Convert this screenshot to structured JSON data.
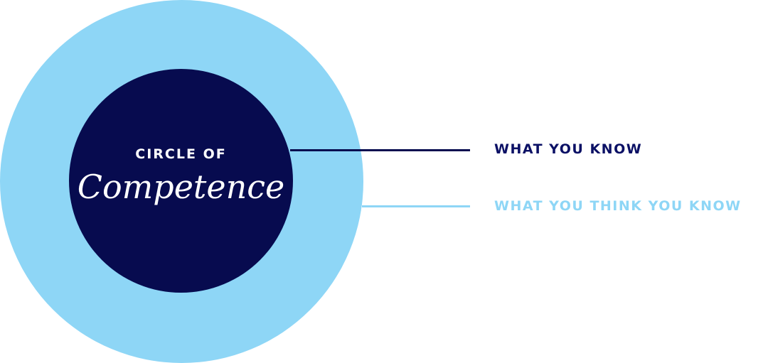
{
  "colors": {
    "outer_circle": "#8ed6f6",
    "inner_circle": "#070b4f",
    "inner_text": "#ffffff",
    "label_inner": "#0b1065",
    "label_outer": "#8ed6f6"
  },
  "circle": {
    "title": "CIRCLE OF",
    "script": "Competence"
  },
  "labels": {
    "inner": "WHAT YOU KNOW",
    "outer": "WHAT YOU THINK YOU KNOW"
  }
}
